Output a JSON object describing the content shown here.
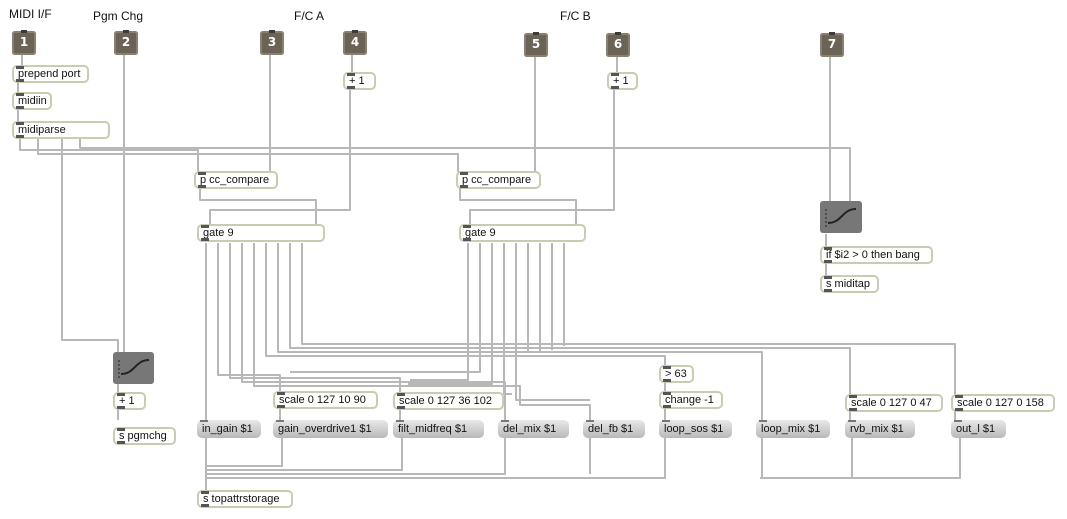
{
  "labels": {
    "midi_if": "MIDI I/F",
    "pgm_chg": "Pgm Chg",
    "fc_a": "F/C A",
    "fc_b": "F/C B"
  },
  "inlets": [
    "1",
    "2",
    "3",
    "4",
    "5",
    "6",
    "7"
  ],
  "objects": {
    "prepend_port": "prepend port",
    "midiin": "midiin",
    "midiparse": "midiparse",
    "plus1_a": "+ 1",
    "plus1_b": "+ 1",
    "cc_compare_a": "p cc_compare",
    "cc_compare_b": "p cc_compare",
    "gate_a": "gate 9",
    "gate_b": "gate 9",
    "if_bang": "if $i2 > 0 then bang",
    "s_miditap": "s miditap",
    "plus1_pgm": "+ 1",
    "s_pgmchg": "s pgmchg",
    "scale_gain": "scale 0 127 10 90",
    "scale_filt": "scale 0 127 36 102",
    "gt63": "> 63",
    "change": "change -1",
    "scale_rvb": "scale 0 127 0 47",
    "scale_out": "scale 0 127 0 158",
    "s_topattrstorage": "s topattrstorage"
  },
  "messages": {
    "in_gain": "in_gain $1",
    "gain_overdrive": "gain_overdrive1 $1",
    "filt_midfreq": "filt_midfreq $1",
    "del_mix": "del_mix $1",
    "del_fb": "del_fb $1",
    "loop_sos": "loop_sos $1",
    "loop_mix": "loop_mix $1",
    "rvb_mix": "rvb_mix $1",
    "out_l": "out_l $1"
  },
  "colors": {
    "inlet": "#6b6356",
    "object_border": "#c8ccb0",
    "patch_cord": "#b4b4b4",
    "message_box": "#c8c8c8"
  }
}
